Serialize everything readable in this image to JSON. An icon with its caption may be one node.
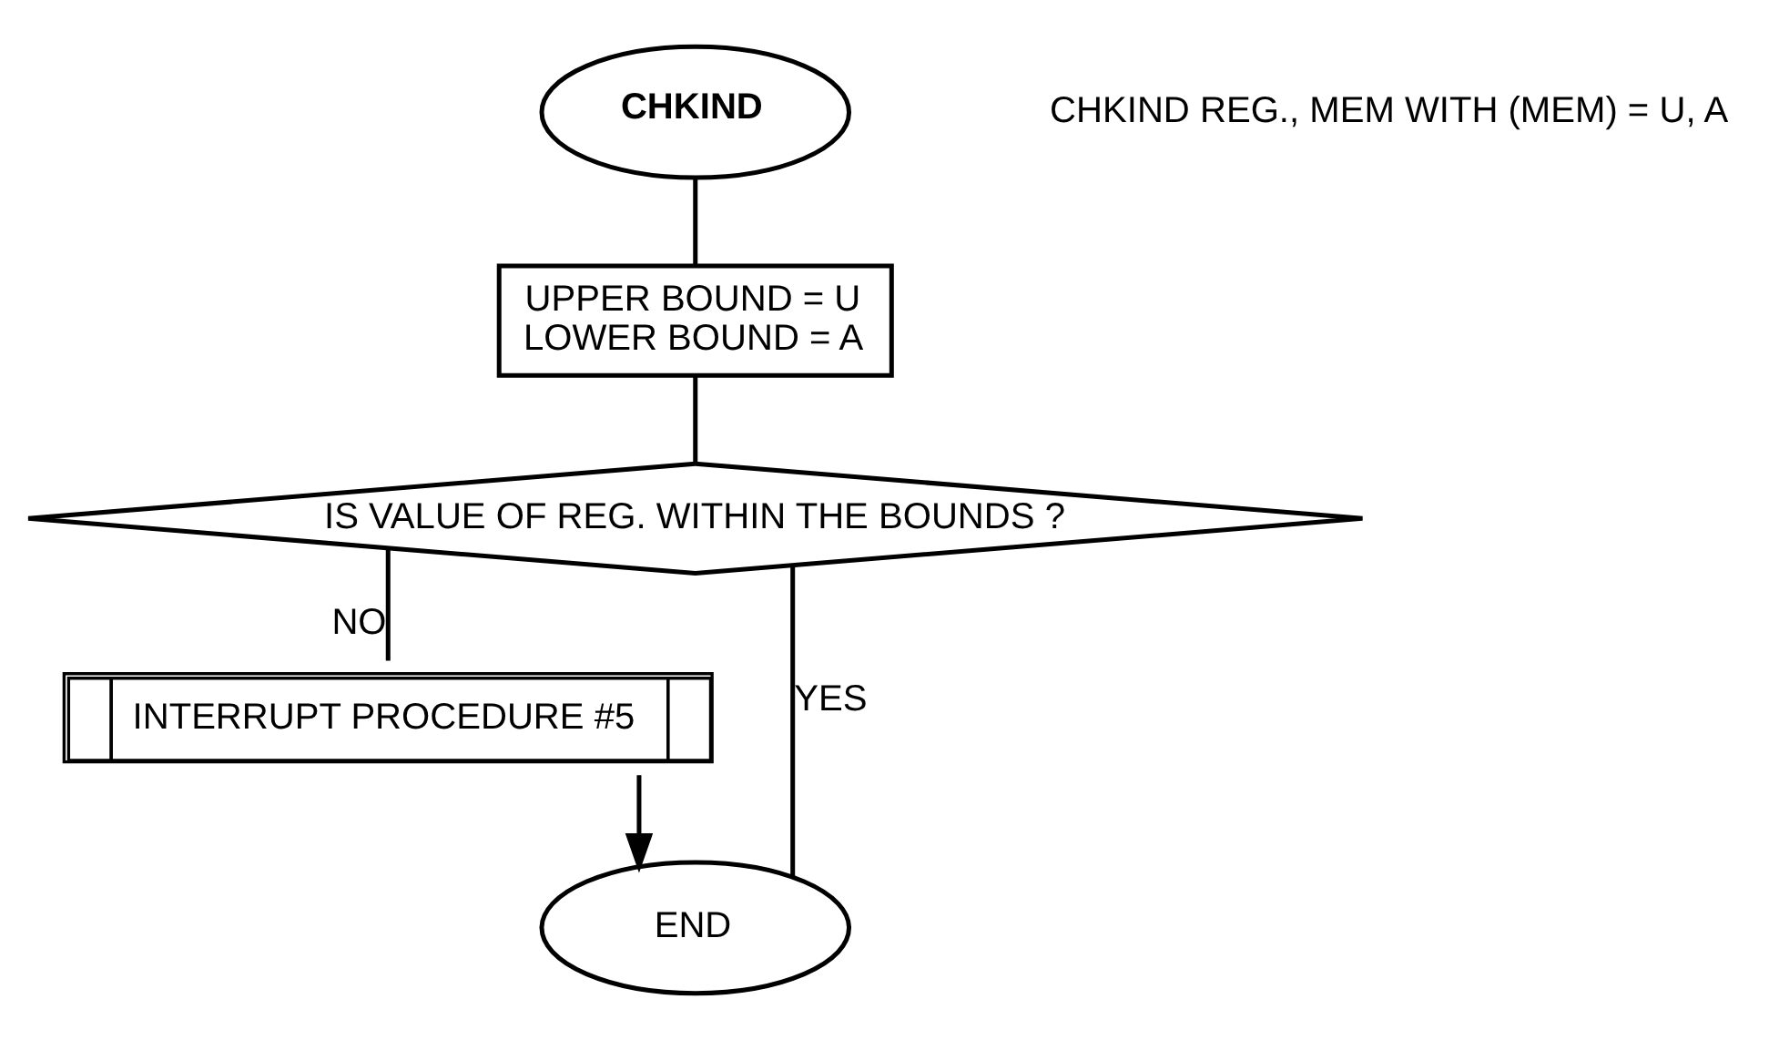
{
  "diagram": {
    "nodes": [
      {
        "text": [
          "CHKIND"
        ]
      },
      {
        "text": [
          "UPPER BOUND = U",
          "LOWER BOUND = A"
        ]
      },
      {
        "text": [
          "IS VALUE OF REG. WITHIN THE BOUNDS ?"
        ]
      },
      {
        "text": [
          "INTERRUPT PROCEDURE #5"
        ]
      },
      {
        "text": [
          "END"
        ]
      }
    ],
    "edges": [
      {
        "from": 0,
        "to": 1,
        "arrow": "none"
      },
      {
        "from": 1,
        "to": 2,
        "arrow": "none"
      },
      {
        "from": 2,
        "to": 3,
        "arrow": "none",
        "label": "NO"
      },
      {
        "from": 2,
        "to": 4,
        "arrow": "none",
        "label": "YES"
      },
      {
        "from": 3,
        "to": 4,
        "arrow": "to"
      }
    ],
    "labels": [
      "CHKIND REG., MEM WITH (MEM) = U, A"
    ]
  }
}
